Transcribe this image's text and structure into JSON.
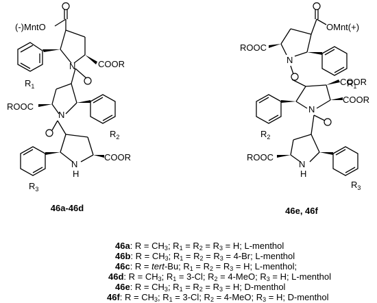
{
  "structure_left": {
    "ester_top": "(-)MntO",
    "ester_end": "COOR",
    "ester_left": "ROOC",
    "nh": "N",
    "nh_h": "H",
    "r1": "R1",
    "r2": "R2",
    "r3": "R3",
    "caption": "46a-46d"
  },
  "structure_right": {
    "ester_top": "OMnt(+)",
    "ester_left": "ROOC",
    "ester_right": "COOR",
    "nh": "N",
    "nh_h": "H",
    "r1": "R1",
    "r2": "R2",
    "r3": "R3",
    "caption": "46e, 46f"
  },
  "legend": [
    {
      "id": "46a",
      "parts": [
        {
          "t": "46a",
          "s": "b"
        },
        {
          "t": ": R = CH"
        },
        {
          "t": "3",
          "s": "sub"
        },
        {
          "t": "; R"
        },
        {
          "t": "1",
          "s": "sub"
        },
        {
          "t": " = R"
        },
        {
          "t": "2",
          "s": "sub"
        },
        {
          "t": " = R"
        },
        {
          "t": "3",
          "s": "sub"
        },
        {
          "t": " = H; L-menthol"
        }
      ]
    },
    {
      "id": "46b",
      "parts": [
        {
          "t": "46b",
          "s": "b"
        },
        {
          "t": ": R = CH"
        },
        {
          "t": "3",
          "s": "sub"
        },
        {
          "t": "; R"
        },
        {
          "t": "1",
          "s": "sub"
        },
        {
          "t": " = R"
        },
        {
          "t": "2",
          "s": "sub"
        },
        {
          "t": " = R"
        },
        {
          "t": "3",
          "s": "sub"
        },
        {
          "t": " = 4-Br; L-menthol"
        }
      ]
    },
    {
      "id": "46c",
      "parts": [
        {
          "t": "46c",
          "s": "b"
        },
        {
          "t": ": R = "
        },
        {
          "t": "tert",
          "s": "i"
        },
        {
          "t": "-Bu; R"
        },
        {
          "t": "1",
          "s": "sub"
        },
        {
          "t": " = R"
        },
        {
          "t": "2",
          "s": "sub"
        },
        {
          "t": " = R"
        },
        {
          "t": "3",
          "s": "sub"
        },
        {
          "t": " = H; L-menthol;"
        }
      ]
    },
    {
      "id": "46d",
      "parts": [
        {
          "t": "46d",
          "s": "b"
        },
        {
          "t": ": R = CH"
        },
        {
          "t": "3",
          "s": "sub"
        },
        {
          "t": "; R"
        },
        {
          "t": "1",
          "s": "sub"
        },
        {
          "t": " = 3-Cl; R"
        },
        {
          "t": "2",
          "s": "sub"
        },
        {
          "t": " = 4-MeO; R"
        },
        {
          "t": "3",
          "s": "sub"
        },
        {
          "t": " = H; L-menthol"
        }
      ]
    },
    {
      "id": "46e",
      "parts": [
        {
          "t": "46e",
          "s": "b"
        },
        {
          "t": ": R = CH"
        },
        {
          "t": "3",
          "s": "sub"
        },
        {
          "t": "; R"
        },
        {
          "t": "1",
          "s": "sub"
        },
        {
          "t": " = R"
        },
        {
          "t": "2",
          "s": "sub"
        },
        {
          "t": " = R"
        },
        {
          "t": "3",
          "s": "sub"
        },
        {
          "t": " = H; D-menthol"
        }
      ]
    },
    {
      "id": "46f",
      "parts": [
        {
          "t": "46f",
          "s": "b"
        },
        {
          "t": ": R = CH"
        },
        {
          "t": "3",
          "s": "sub"
        },
        {
          "t": "; R"
        },
        {
          "t": "1",
          "s": "sub"
        },
        {
          "t": " = 3-Cl; R"
        },
        {
          "t": "2",
          "s": "sub"
        },
        {
          "t": " = 4-MeO; R"
        },
        {
          "t": "3",
          "s": "sub"
        },
        {
          "t": " = H; D-menthol"
        }
      ]
    }
  ]
}
